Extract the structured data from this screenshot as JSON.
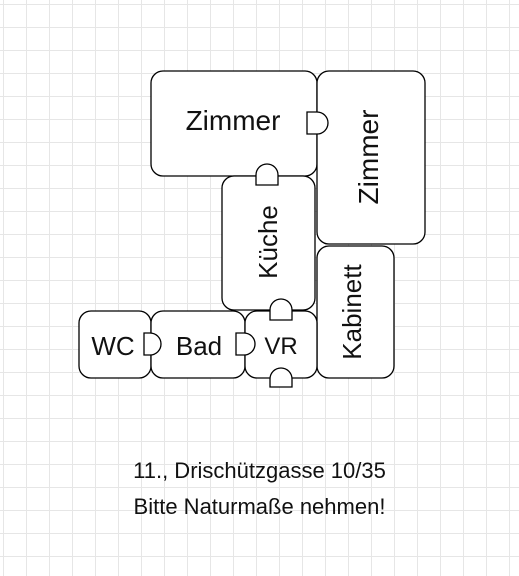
{
  "rooms": {
    "zimmer_top": "Zimmer",
    "zimmer_right": "Zimmer",
    "kueche": "Küche",
    "kabinett": "Kabinett",
    "wc": "WC",
    "bad": "Bad",
    "vr": "VR"
  },
  "caption": {
    "address": "11., Drischützgasse 10/35",
    "note": "Bitte Naturmaße nehmen!"
  },
  "colors": {
    "outline": "#000000",
    "fill": "#ffffff",
    "grid": "#e6e6e6",
    "text": "#111111"
  }
}
